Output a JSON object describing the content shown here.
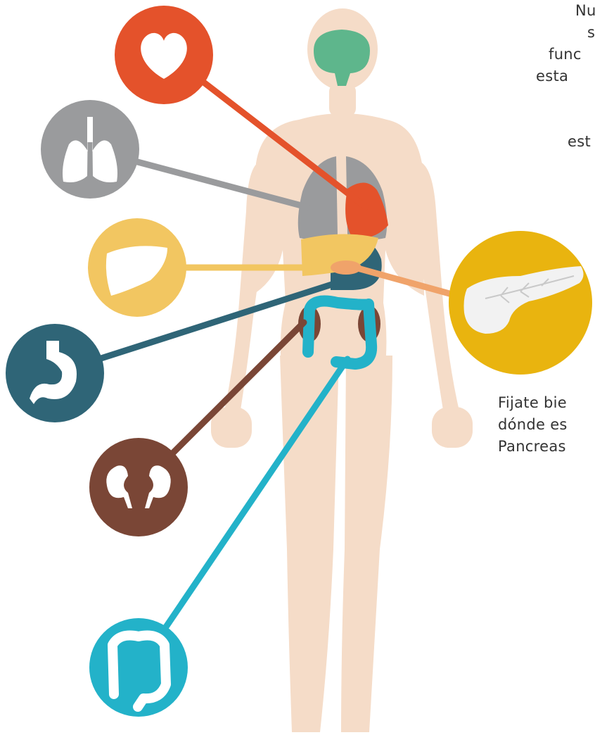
{
  "colors": {
    "body": "#f5dcc8",
    "heart": "#e4522b",
    "lungs": "#9a9b9d",
    "liver": "#f2c661",
    "stomach": "#2f6577",
    "kidneys": "#7a4636",
    "intestines": "#23b2c9",
    "pancreas": "#e9b40f",
    "pancreas_organ": "#f0a36a",
    "brain": "#5eb68c",
    "icon": "#ffffff"
  },
  "icons": {
    "heart": "heart-icon",
    "lungs": "lungs-icon",
    "liver": "liver-icon",
    "stomach": "stomach-icon",
    "kidneys": "kidneys-icon",
    "intestines": "intestines-icon",
    "pancreas": "pancreas-icon"
  },
  "intro_text": {
    "lines": [
      "Nu",
      "s",
      "func",
      "esta",
      "est"
    ]
  },
  "note_text": {
    "lines": [
      "Fijate bie",
      "dónde es",
      "Pancreas"
    ]
  }
}
